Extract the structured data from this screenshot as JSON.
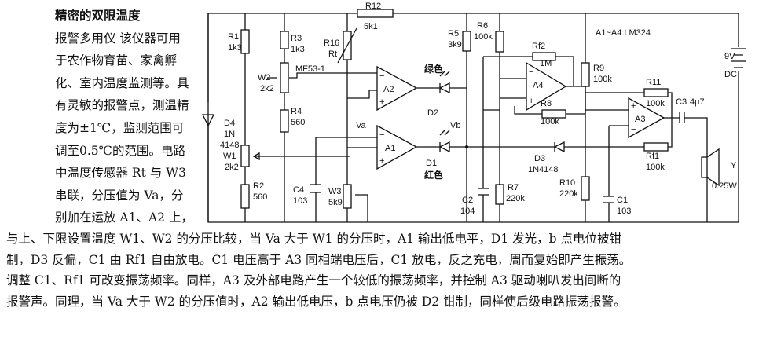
{
  "text": {
    "title": "精密的双限温度",
    "side_lines": [
      "报警多用仪  该仪器可用",
      "于农作物育苗、家禽孵",
      "化、室内温度监测等。具",
      "有灵敏的报警点，测温精",
      "度为±1℃，监测范围可",
      "调至0.5℃的范围。电路",
      "中温度传感器 Rt 与 W3",
      "串联，分压值为 Va，分",
      "别加在运放 A1、A2 上，"
    ],
    "bottom_lines": [
      "与上、下限设置温度 W1、W2 的分压比较，当 Va 大于 W1 的分压时，A1 输出低电平，D1 发光，b 点电位被钳",
      "制，D3 反偏，C1 由 Rf1 自由放电。C1 电压高于 A3 同相端电压后，C1 放电，反之充电，周而复始即产生振荡。",
      "调整 C1、Rf1 可改变振荡频率。同样，A3 及外部电路产生一个较低的振荡频率，并控制 A3 驱动喇叭发出间断的",
      "报警声。同理，当 Va 大于 W2 的分压值时，A2 输出低电压，b 点电压仍被 D2 钳制，同样使后级电路振荡报警。"
    ]
  },
  "circuit": {
    "note": "A1~A4:LM324",
    "supply_voltage": "9V",
    "supply_type": "DC",
    "r1_name": "R1",
    "r1_value": "1k3",
    "r2_name": "R2",
    "r2_value": "560",
    "r3_name": "R3",
    "r3_value": "1k3",
    "r4_name": "R4",
    "r4_value": "560",
    "r5_name": "R5",
    "r5_value": "3k9",
    "r6_name": "R6",
    "r6_value": "100k",
    "r7_name": "R7",
    "r7_value": "220k",
    "r8_name": "R8",
    "r8_value": "100k",
    "r9_name": "R9",
    "r9_value": "100k",
    "r10_name": "R10",
    "r10_value": "220k",
    "r11_name": "R11",
    "r11_value": "100k",
    "r12_name": "R12",
    "r12_value": "5k1",
    "r16_name": "R16",
    "rt_name": "Rt",
    "rt_model": "MF53-1",
    "rf1_name": "Rf1",
    "rf1_value": "100k",
    "rf2_name": "Rf2",
    "rf2_value": "1M",
    "w1_name": "W1",
    "w1_value": "2k2",
    "w2_name": "W2",
    "w2_value": "2k2",
    "w3_name": "W3",
    "w3_value": "5k9",
    "c1_name": "C1",
    "c1_value": "103",
    "c2_name": "C2",
    "c2_value": "104",
    "c3_name": "C3",
    "c3_value": "4μ7",
    "c4_name": "C4",
    "c4_value": "103",
    "d1_name": "D1",
    "d1_color": "红色",
    "d2_name": "D2",
    "d2_color": "绿色",
    "d3_name": "D3",
    "d3_model": "1N4148",
    "d4_name": "D4",
    "d4_model_a": "1N",
    "d4_model_b": "4148",
    "a1": "A1",
    "a2": "A2",
    "a3": "A3",
    "a4": "A4",
    "node_va": "Va",
    "node_vb": "Vb",
    "speaker_name": "Y",
    "speaker_power": "0.25W",
    "plus": "+",
    "minus": "−"
  }
}
